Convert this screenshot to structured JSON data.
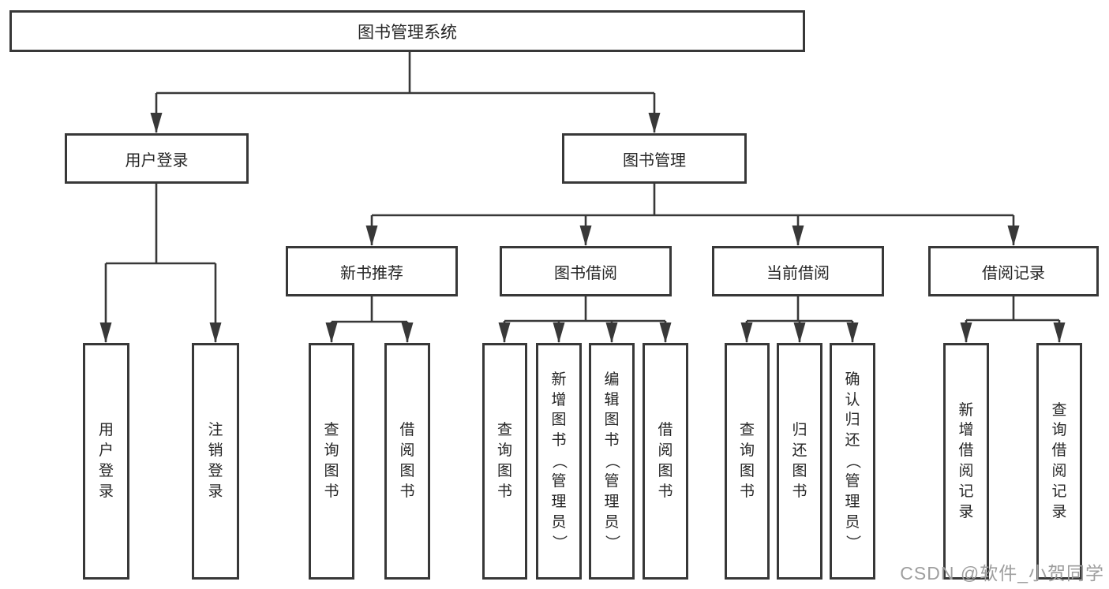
{
  "diagram": {
    "root": {
      "label": "图书管理系统",
      "children": [
        {
          "label": "用户登录",
          "children": [
            {
              "label": "用户登录"
            },
            {
              "label": "注销登录"
            }
          ]
        },
        {
          "label": "图书管理",
          "children": [
            {
              "label": "新书推荐",
              "children": [
                {
                  "label": "查询图书"
                },
                {
                  "label": "借阅图书"
                }
              ]
            },
            {
              "label": "图书借阅",
              "children": [
                {
                  "label": "查询图书"
                },
                {
                  "label": "新增图书（管理员）"
                },
                {
                  "label": "编辑图书（管理员）"
                },
                {
                  "label": "借阅图书"
                }
              ]
            },
            {
              "label": "当前借阅",
              "children": [
                {
                  "label": "查询图书"
                },
                {
                  "label": "归还图书"
                },
                {
                  "label": "确认归还（管理员）"
                }
              ]
            },
            {
              "label": "借阅记录",
              "children": [
                {
                  "label": "新增借阅记录"
                },
                {
                  "label": "查询借阅记录"
                }
              ]
            }
          ]
        }
      ]
    },
    "watermark": "CSDN @软件_小贺同学",
    "colors": {
      "line": "#383838",
      "box_border": "#383838",
      "text": "#262626",
      "background": "#ffffff",
      "watermark": "#9e9e9e"
    }
  }
}
